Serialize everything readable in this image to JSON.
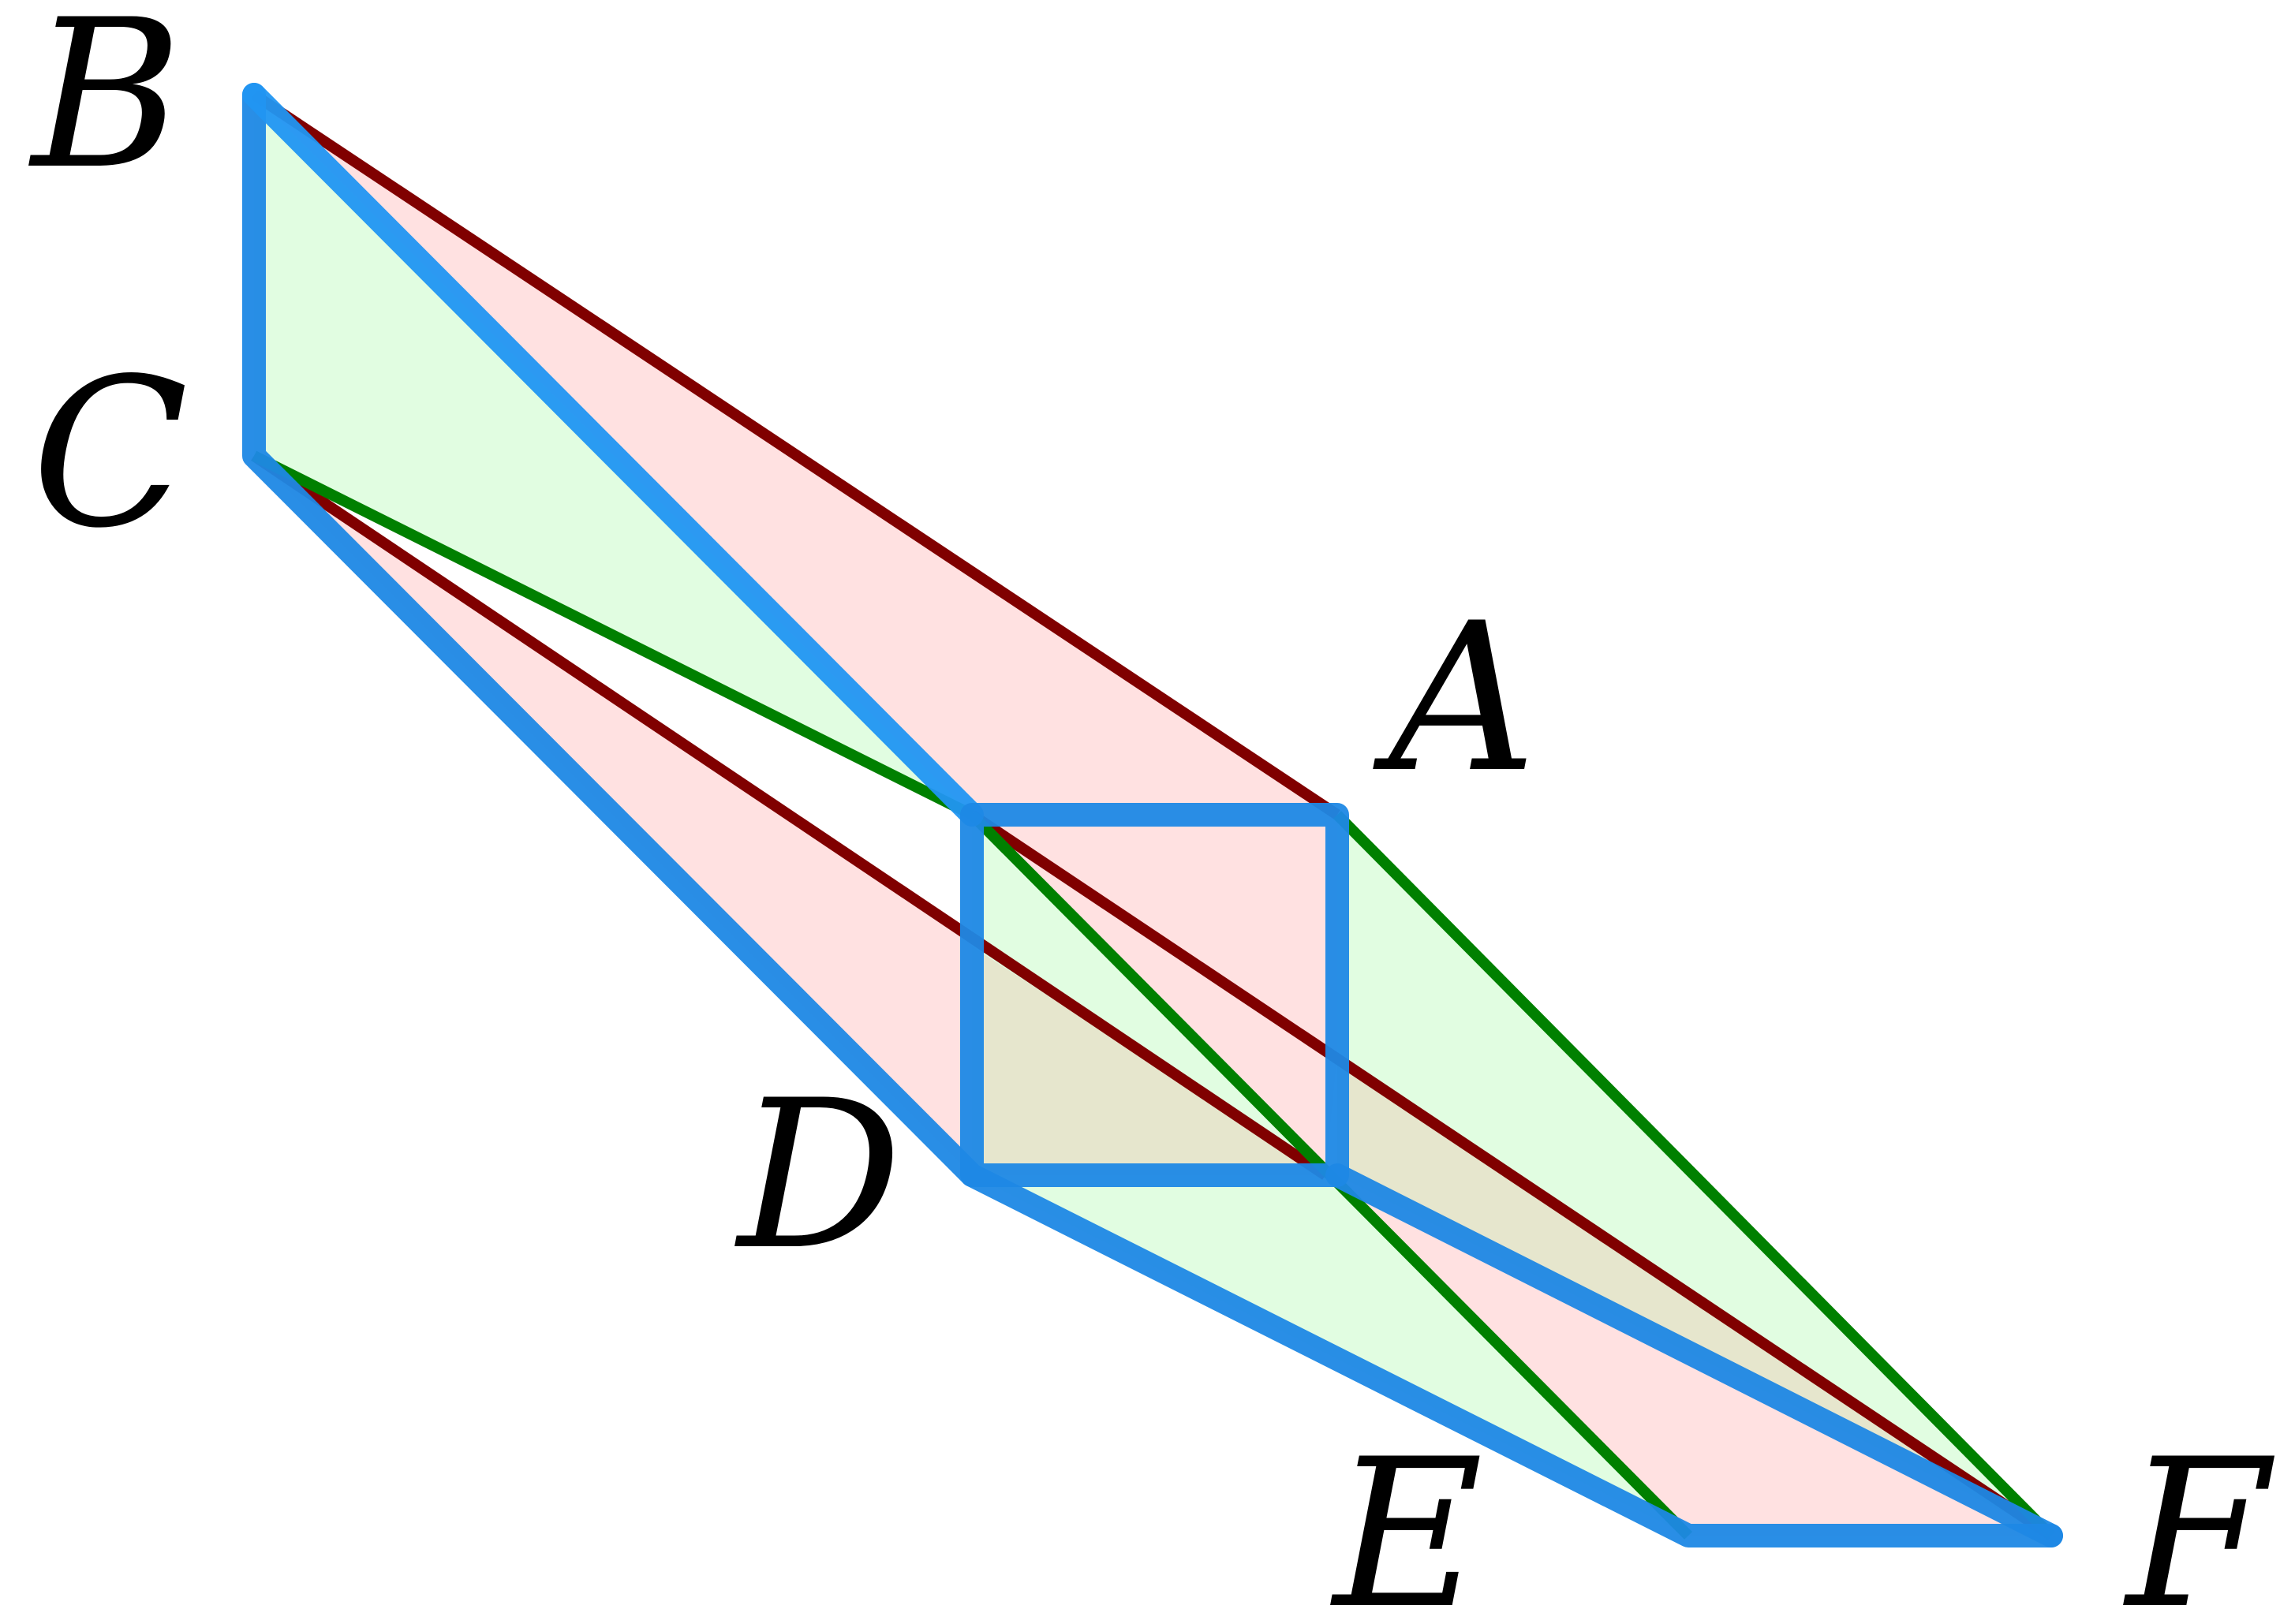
{
  "points": {
    "A": {
      "label": "A"
    },
    "B": {
      "label": "B"
    },
    "C": {
      "label": "C"
    },
    "D": {
      "label": "D"
    },
    "E": {
      "label": "E"
    },
    "F": {
      "label": "F"
    }
  },
  "colors": {
    "red_fill": "#ffe1e1",
    "red_stroke": "#800000",
    "green_fill": "#e1fde1",
    "green_stroke": "#008000",
    "overlap_fill": "#e6e6cd",
    "blue_stroke": "#1e88e5",
    "blue_stroke_dark": "#1565c0",
    "label_color": "#000000"
  }
}
